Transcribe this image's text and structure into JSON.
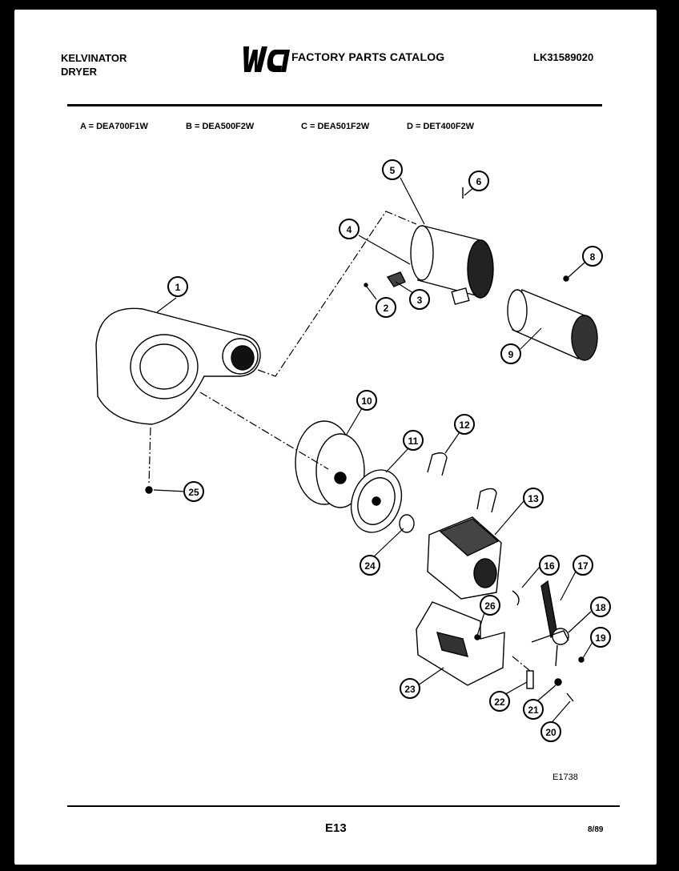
{
  "header": {
    "brand_line1": "KELVINATOR",
    "brand_line2": "DRYER",
    "logo_text": "WCI",
    "catalog_title": "FACTORY PARTS CATALOG",
    "catalog_number": "LK31589020"
  },
  "models": [
    {
      "text": "A = DEA700F1W"
    },
    {
      "text": "B = DEA500F2W"
    },
    {
      "text": "C = DEA501F2W"
    },
    {
      "text": "D = DET400F2W"
    }
  ],
  "callouts": [
    "1",
    "2",
    "3",
    "4",
    "5",
    "6",
    "8",
    "9",
    "10",
    "11",
    "12",
    "13",
    "16",
    "17",
    "18",
    "19",
    "20",
    "21",
    "22",
    "23",
    "24",
    "25",
    "26"
  ],
  "footer": {
    "figure_code": "E1738",
    "page_number": "E13",
    "date": "8/89"
  }
}
